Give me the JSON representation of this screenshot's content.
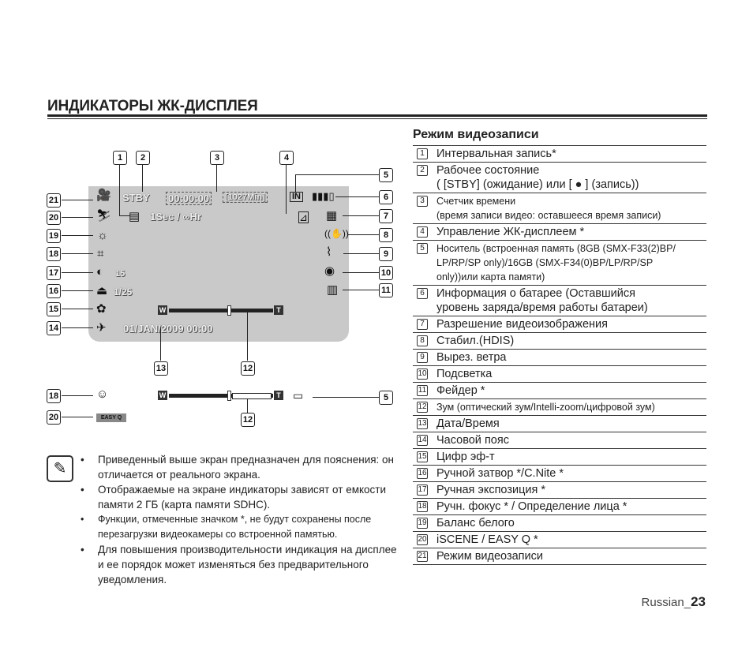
{
  "page_title": "ИНДИКАТОРЫ ЖК-ДИСПЛЕЯ",
  "section_title": "Режим видеозаписи",
  "lcd": {
    "status": "STBY",
    "counter": "00:00:00",
    "remaining": "[1027Min]",
    "interval": "1Sec / ∞Hr",
    "shutter": "1/25",
    "exposure": "15",
    "datetime": "01/JAN/2009 00:00",
    "zoom_w": "W",
    "zoom_t": "T",
    "zoom_level": 0.55,
    "media": "IN",
    "easyq": "EASY Q"
  },
  "callouts": {
    "top": [
      "1",
      "2",
      "3",
      "4"
    ],
    "right": [
      "5",
      "6",
      "7",
      "8",
      "9",
      "10",
      "11"
    ],
    "left": [
      "21",
      "20",
      "19",
      "18",
      "17",
      "16",
      "15",
      "14"
    ],
    "bottom": [
      "13",
      "12"
    ],
    "second": [
      "18",
      "20",
      "12",
      "5"
    ]
  },
  "items": [
    {
      "n": "1",
      "lines": [
        "Интервальная запись*"
      ]
    },
    {
      "n": "2",
      "lines": [
        "Рабочее состояние",
        "( [STBY] (ожидание) или [ ● ] (запись))"
      ]
    },
    {
      "n": "3",
      "lines": [
        "Счетчик времени",
        "(время записи видео: оставшееся время записи)"
      ],
      "small": true
    },
    {
      "n": "4",
      "lines": [
        "Управление ЖК-дисплеем *"
      ]
    },
    {
      "n": "5",
      "lines": [
        "Носитель (встроенная память (8GB (SMX-F33(2)BP/",
        "LP/RP/SP only)/16GB (SMX-F34(0)BP/LP/RP/SP",
        "only))или карта памяти)"
      ],
      "small": true
    },
    {
      "n": "6",
      "lines": [
        "Информация о батарее (Оставшийся",
        "уровень заряда/время работы батареи)"
      ]
    },
    {
      "n": "7",
      "lines": [
        "Разрешение видеоизображения"
      ]
    },
    {
      "n": "8",
      "lines": [
        "Стабил.(HDIS)"
      ]
    },
    {
      "n": "9",
      "lines": [
        "Вырез. ветра"
      ]
    },
    {
      "n": "10",
      "lines": [
        "Подсветка"
      ]
    },
    {
      "n": "11",
      "lines": [
        "Фейдер *"
      ]
    },
    {
      "n": "12",
      "lines": [
        "Зум (оптический зум/Intelli-zoom/цифровой зум)"
      ],
      "small": true
    },
    {
      "n": "13",
      "lines": [
        "Дата/Время"
      ]
    },
    {
      "n": "14",
      "lines": [
        "Часовой пояс"
      ]
    },
    {
      "n": "15",
      "lines": [
        "Цифр эф-т"
      ]
    },
    {
      "n": "16",
      "lines": [
        "Ручной затвор */C.Nite *"
      ]
    },
    {
      "n": "17",
      "lines": [
        "Ручная экспозиция *"
      ]
    },
    {
      "n": "18",
      "lines": [
        "Ручн. фокус * / Определение лица *"
      ]
    },
    {
      "n": "19",
      "lines": [
        "Баланс белого"
      ]
    },
    {
      "n": "20",
      "lines": [
        "iSCENE / EASY Q *"
      ]
    },
    {
      "n": "21",
      "lines": [
        "Режим видеозаписи"
      ]
    }
  ],
  "notes": [
    "Приведенный выше экран предназначен для пояснения: он отличается от реального экрана.",
    "Отображаемые на экране индикаторы зависят от емкости памяти 2 ГБ (карта памяти SDHC).",
    "Функции, отмеченные значком *, не будут сохранены после перезагрузки видеокамеры со встроенной памятью.",
    "Для повышения производительности индикация на дисплее и ее порядок может изменяться без предварительного уведомления."
  ],
  "footer_lang": "Russian_",
  "footer_page": "23"
}
